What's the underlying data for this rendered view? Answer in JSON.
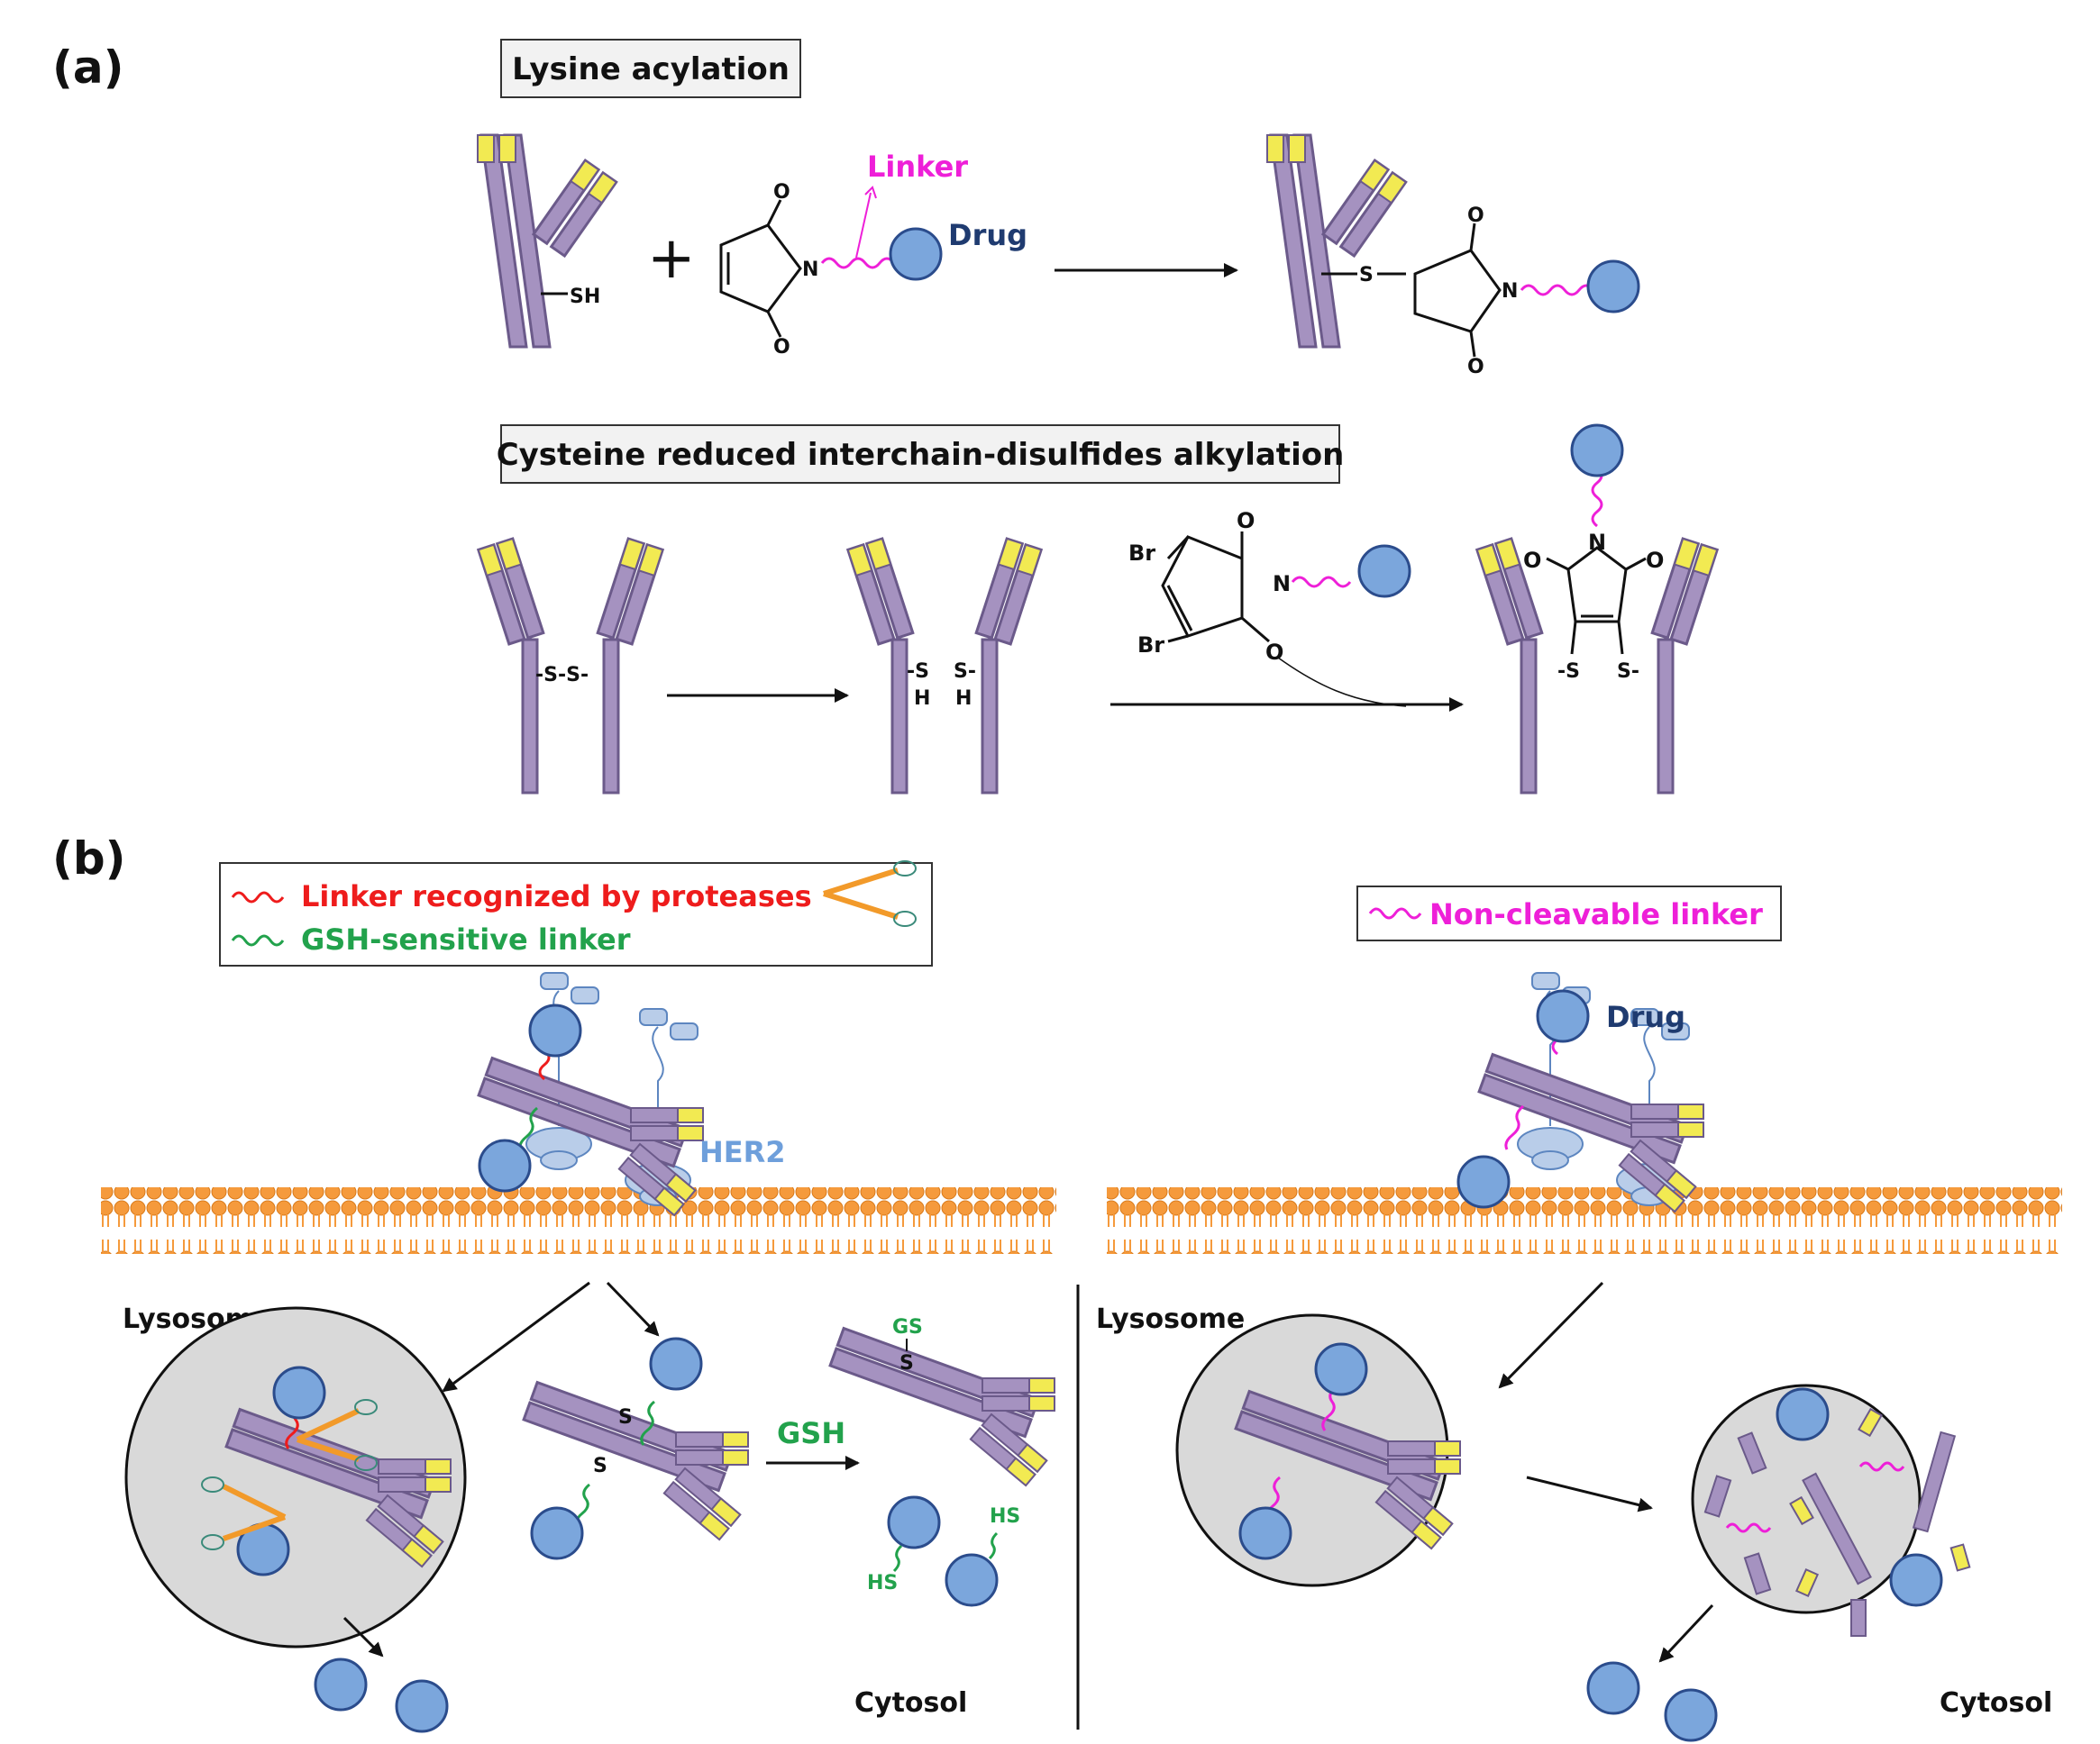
{
  "panels": {
    "a": "(a)",
    "b": "(b)"
  },
  "section_a": {
    "lysine_title": "Lysine acylation",
    "cysteine_title": "Cysteine reduced interchain-disulfides  alkylation",
    "linker_label": "Linker",
    "drug_label": "Drug",
    "sh": "SH",
    "s": "S",
    "n": "N",
    "o": "O",
    "br": "Br",
    "plus": "+",
    "ss": "-S-S-",
    "s_dash": "-S",
    "s_trail": "S-",
    "h": "H"
  },
  "section_b": {
    "legend_left": {
      "protease": "Linker recognized by proteases",
      "gsh": "GSH-sensitive linker"
    },
    "legend_right": {
      "noncleavable": "Non-cleavable linker"
    },
    "her2": "HER2",
    "drug": "Drug",
    "lysosome": "Lysosome",
    "cytosol": "Cytosol",
    "gsh": "GSH",
    "gs": "GS",
    "hs": "HS",
    "s": "S"
  },
  "colors": {
    "antibody": "#a592c0",
    "antibody_stroke": "#6b5a8a",
    "fab_tip": "#f2ea52",
    "drug_fill": "#7ba6dc",
    "drug_stroke": "#2b4c8c",
    "linker_pink": "#ee1fd8",
    "linker_red": "#ee1c1c",
    "linker_green": "#22a24c",
    "membrane": "#f59a3c",
    "lysosome_fill": "#d9d9d9",
    "her2": "#b9cde9"
  }
}
